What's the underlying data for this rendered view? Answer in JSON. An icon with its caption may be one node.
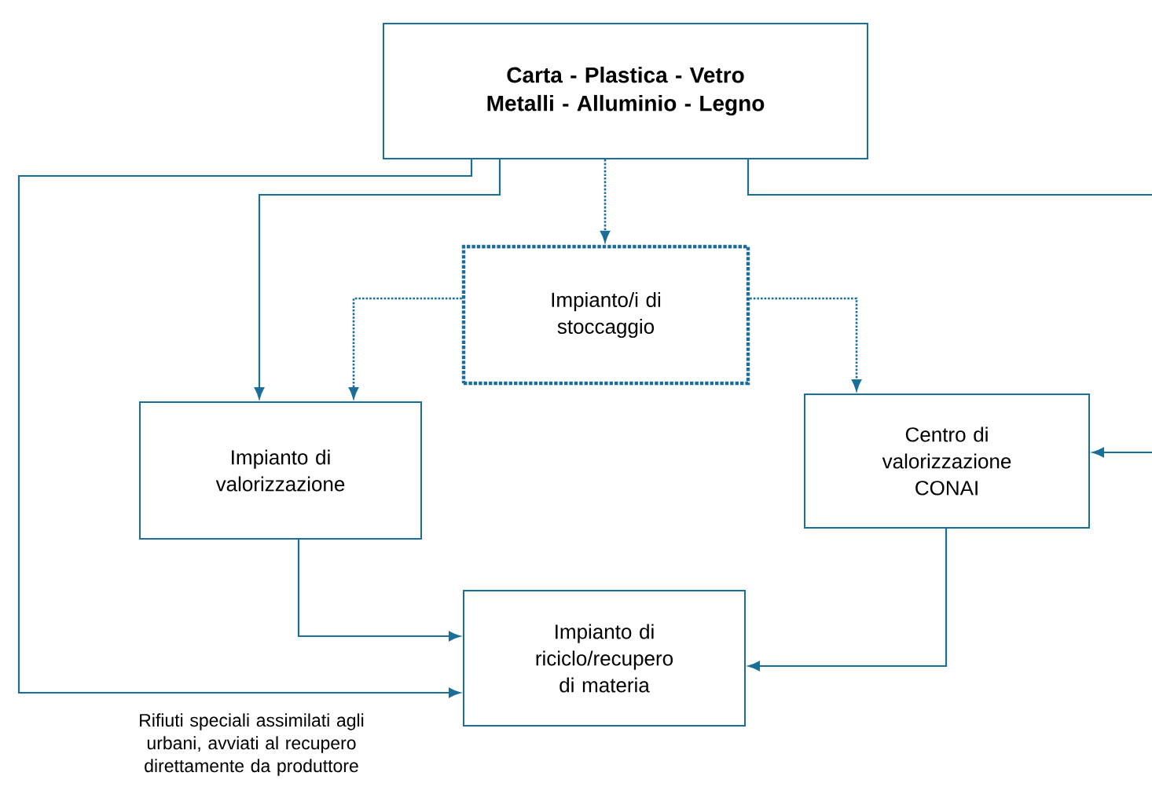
{
  "diagram": {
    "nodes": [
      {
        "text": [
          "Carta - Plastica - Vetro Metalli - Alluminio - Legno"
        ]
      },
      {
        "text": [
          "Impianto/i di stoccaggio"
        ]
      },
      {
        "text": [
          "Impianto di valorizzazione"
        ]
      },
      {
        "text": [
          "Centro di valorizzazione CONAI"
        ]
      },
      {
        "text": [
          "Impianto di riciclo/recupero di materia"
        ]
      }
    ],
    "edges": [
      {
        "from": 0,
        "to": 4,
        "arrow": "to",
        "label": "Rifiuti speciali assimilati agli urbani, avviati al recupero direttamente da produttore"
      },
      {
        "from": 0,
        "to": 2,
        "arrow": "to"
      },
      {
        "from": 0,
        "to": 1,
        "arrow": "to",
        "style": "dashed"
      },
      {
        "from": 1,
        "to": 2,
        "arrow": "to",
        "style": "dashed"
      },
      {
        "from": 1,
        "to": 3,
        "arrow": "to",
        "style": "dashed"
      },
      {
        "from": 0,
        "to": null,
        "arrow": "none"
      },
      {
        "from": null,
        "to": 3,
        "arrow": "to"
      },
      {
        "from": 2,
        "to": 4,
        "arrow": "to"
      },
      {
        "from": 3,
        "to": 4,
        "arrow": "to"
      }
    ]
  }
}
